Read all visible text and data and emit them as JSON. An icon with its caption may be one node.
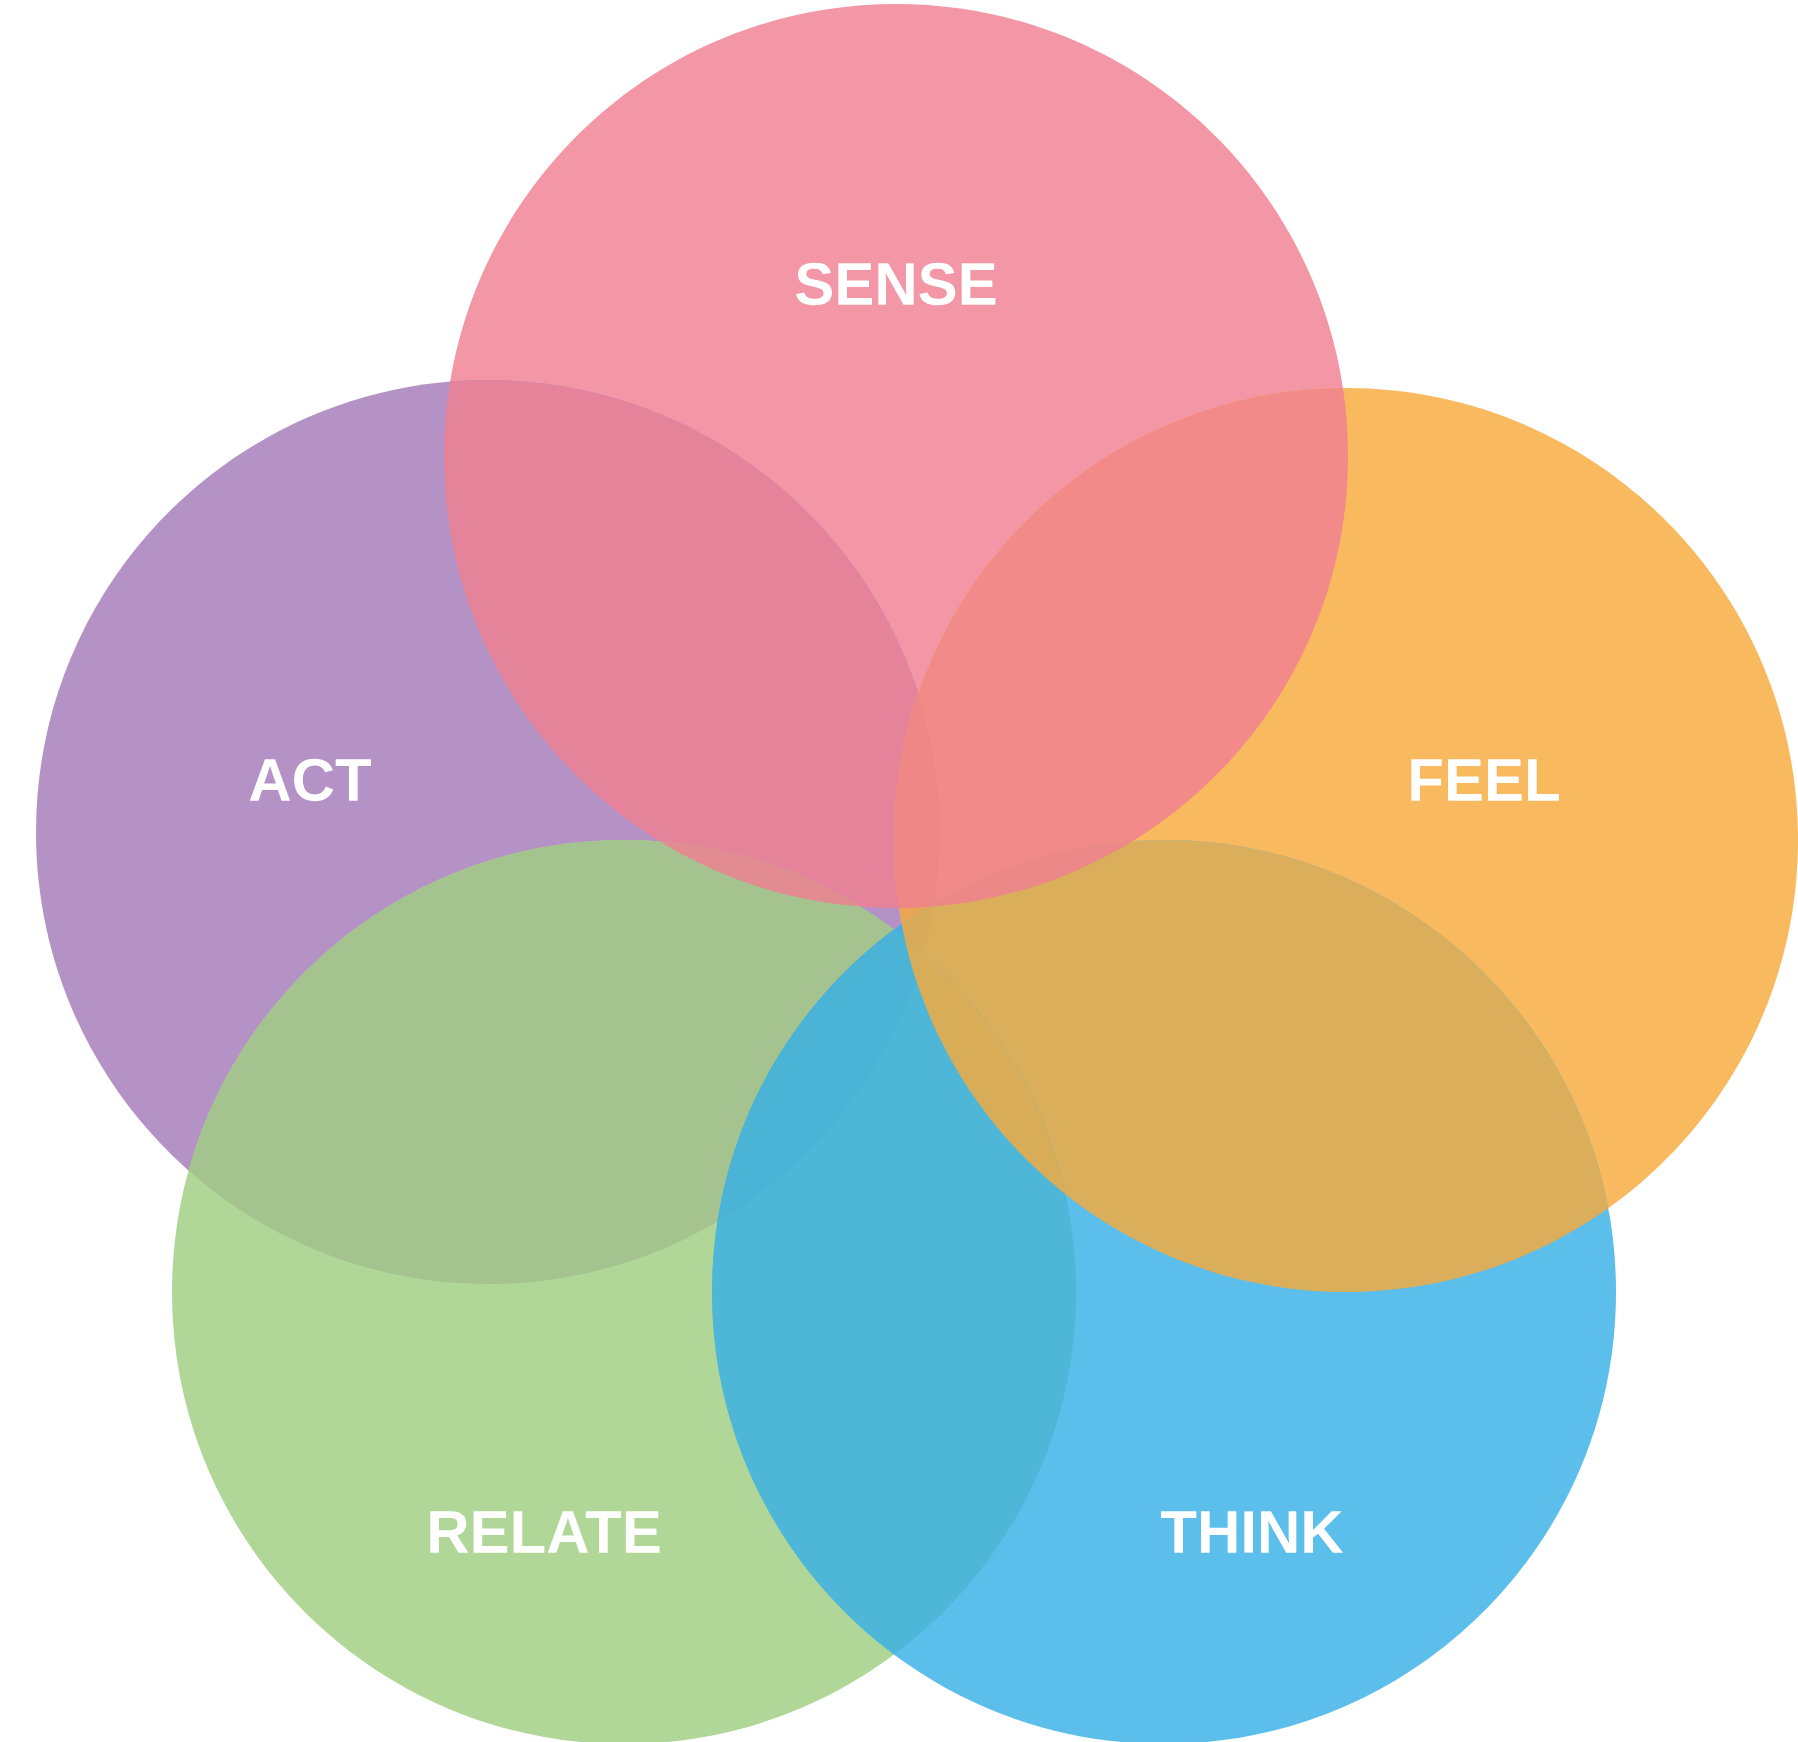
{
  "diagram": {
    "nodes": [
      {
        "text": [
          "SENSE"
        ]
      },
      {
        "text": [
          "ACT"
        ]
      },
      {
        "text": [
          "FEEL"
        ]
      },
      {
        "text": [
          "RELATE"
        ]
      },
      {
        "text": [
          "THINK"
        ]
      }
    ]
  }
}
